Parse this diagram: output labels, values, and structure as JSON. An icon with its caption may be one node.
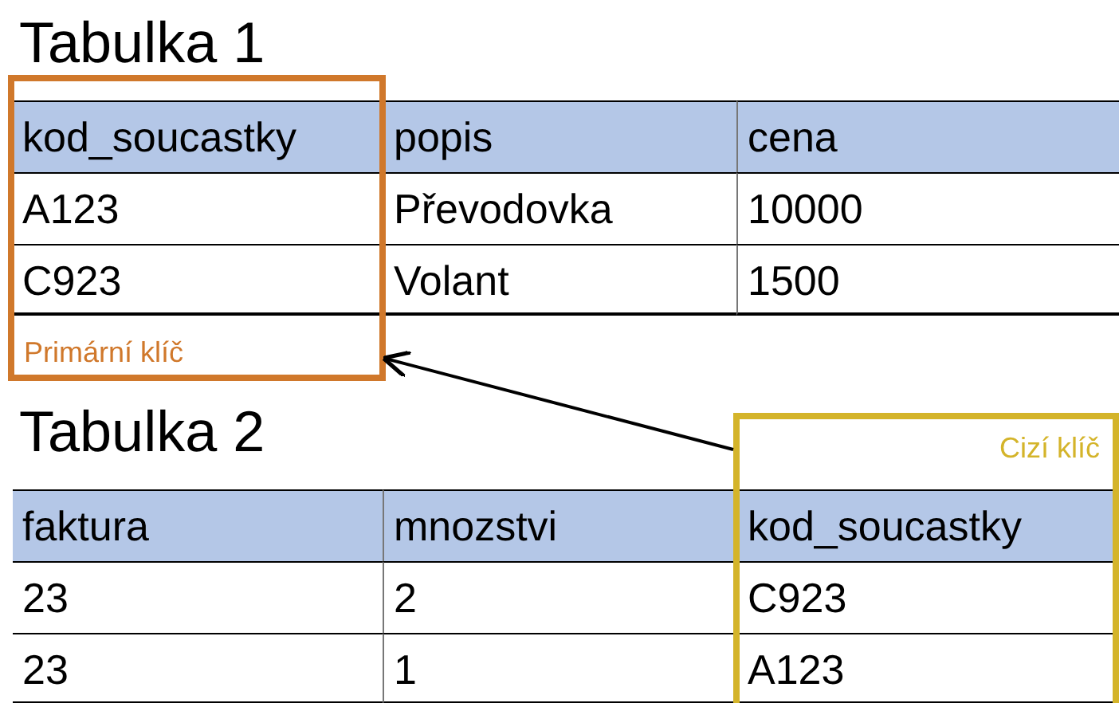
{
  "diagram": {
    "nodes": [
      {
        "text": [
          "Primární klíč"
        ]
      },
      {
        "text": [
          "Cizí klíč"
        ]
      }
    ],
    "edges": [
      {
        "from": 1,
        "to": 0,
        "arrow": "to"
      }
    ],
    "labels": [
      "Tabulka 1",
      "kod_soucastky",
      "popis",
      "cena",
      "A123",
      "Převodovka",
      "10000",
      "C923",
      "Volant",
      "1500",
      "Tabulka 2",
      "faktura",
      "mnozstvi",
      "kod_soucastky",
      "23",
      "2",
      "C923",
      "23",
      "1",
      "A123"
    ]
  }
}
